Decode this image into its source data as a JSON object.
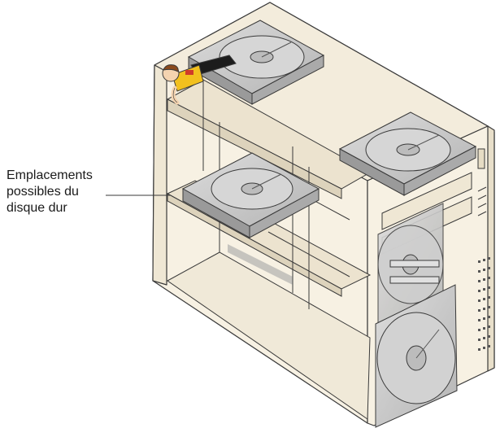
{
  "callout": {
    "lines": [
      "Emplacements",
      "possibles du",
      "disque dur"
    ]
  },
  "colors": {
    "case_fill": "#f7f1e3",
    "case_stroke": "#3a3a3a",
    "drive_fill": "#c9c9c9",
    "drive_dark": "#8e8e8e",
    "person_shirt": "#f2c01e",
    "person_pants": "#1c1c1c",
    "person_skin": "#f4d3b0",
    "person_hair": "#8a4a1d"
  }
}
